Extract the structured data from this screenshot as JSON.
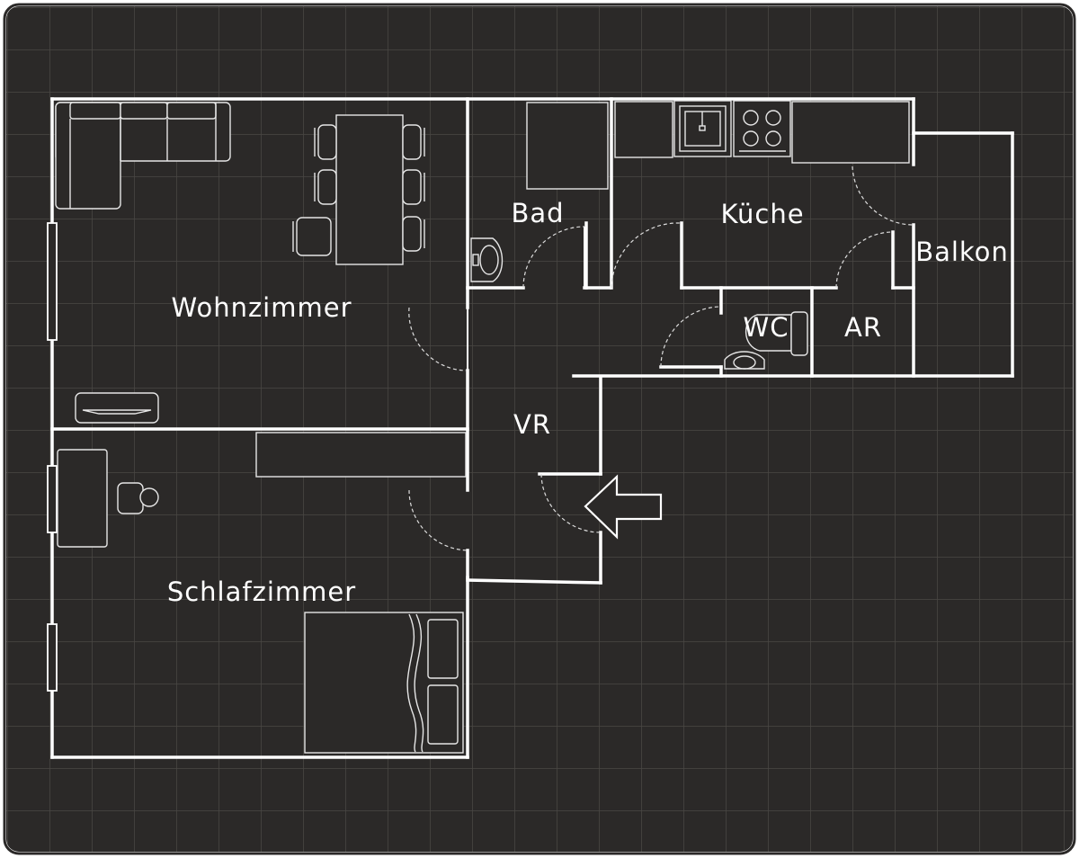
{
  "colors": {
    "background": "#2b2928",
    "grid_line": "#4a4744",
    "wall": "#ffffff",
    "page": "#ffffff"
  },
  "rooms": {
    "wohnzimmer": "Wohnzimmer",
    "bad": "Bad",
    "kueche": "Küche",
    "balkon": "Balkon",
    "wc": "WC",
    "ar": "AR",
    "vr": "VR",
    "schlafzimmer": "Schlafzimmer"
  },
  "icons": [
    "sofa-icon",
    "dining-table-icon",
    "chair-icon",
    "tv-stand-icon",
    "desk-icon",
    "office-chair-icon",
    "bed-icon",
    "pillow-icon",
    "bathtub-icon",
    "sink-icon",
    "washbasin-icon",
    "stove-icon",
    "toilet-icon",
    "wardrobe-icon",
    "entrance-arrow-icon",
    "door-swing-icon",
    "window-icon"
  ]
}
